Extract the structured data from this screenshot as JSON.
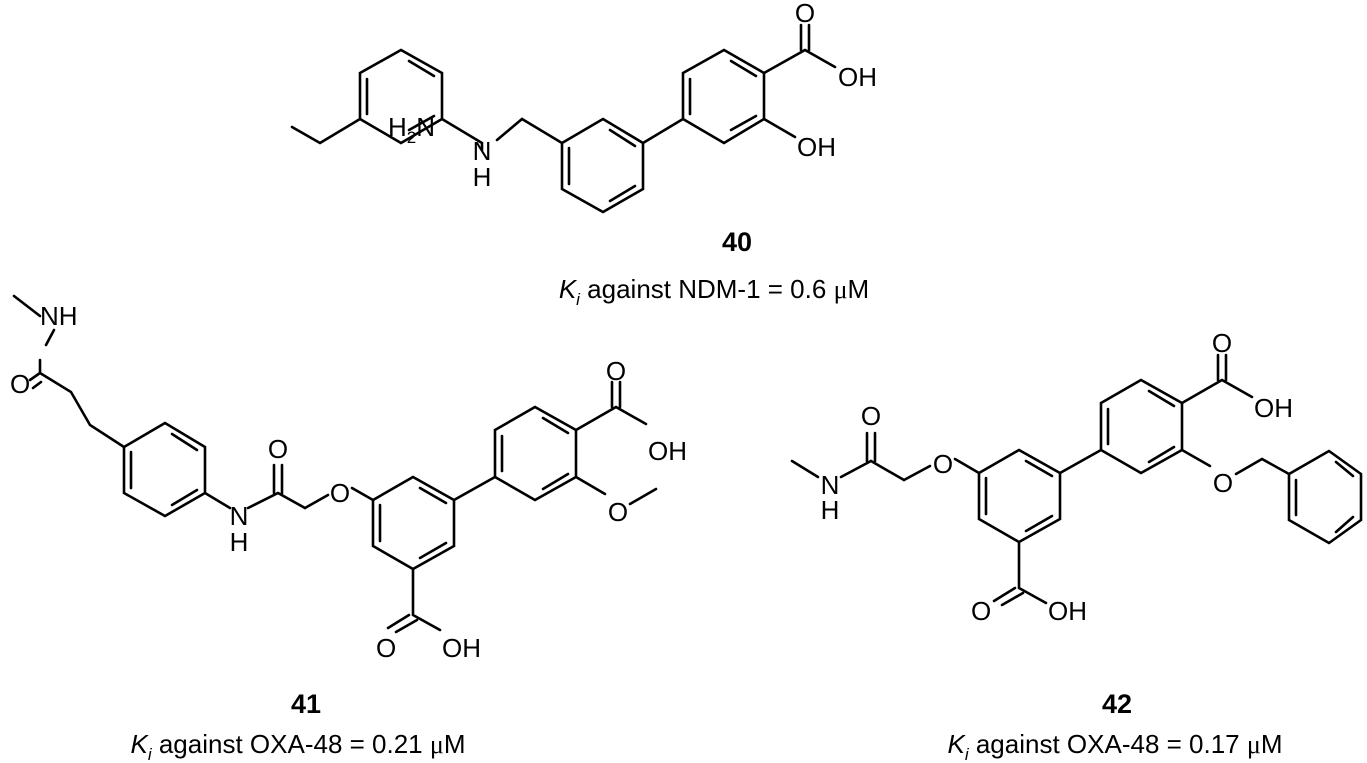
{
  "compounds": [
    {
      "id": "40",
      "ki_var": "K",
      "ki_sub": "i",
      "ki_text": " against NDM-1 = 0.6 ",
      "unit_mu": "μ",
      "unit_m": "M",
      "atoms": {
        "nh2": "H",
        "nh2_sub": "2",
        "nh2_n": "N",
        "n": "N",
        "h": "H",
        "o_carbonyl": "O",
        "oh_acid": "OH",
        "oh_phenol": "OH"
      }
    },
    {
      "id": "41",
      "ki_var": "K",
      "ki_sub": "i",
      "ki_text": " against OXA-48 = 0.21 ",
      "unit_mu": "μ",
      "unit_m": "M",
      "atoms": {
        "nh_top": "NH",
        "o_top": "O",
        "o_amide": "O",
        "nh_amide_n": "N",
        "nh_amide_h": "H",
        "o_ether": "O",
        "o_acid_top": "O",
        "oh_acid_top": "OH",
        "o_methoxy": "O",
        "o_acid_bottom": "O",
        "oh_acid_bottom": "OH"
      }
    },
    {
      "id": "42",
      "ki_var": "K",
      "ki_sub": "i",
      "ki_text": " against OXA-48 = 0.17 ",
      "unit_mu": "μ",
      "unit_m": "M",
      "atoms": {
        "n": "N",
        "h": "H",
        "o_amide": "O",
        "o_ether": "O",
        "o_acid_top": "O",
        "oh_acid_top": "OH",
        "o_benzyl": "O",
        "o_acid_bottom": "O",
        "oh_acid_bottom": "OH"
      }
    }
  ]
}
